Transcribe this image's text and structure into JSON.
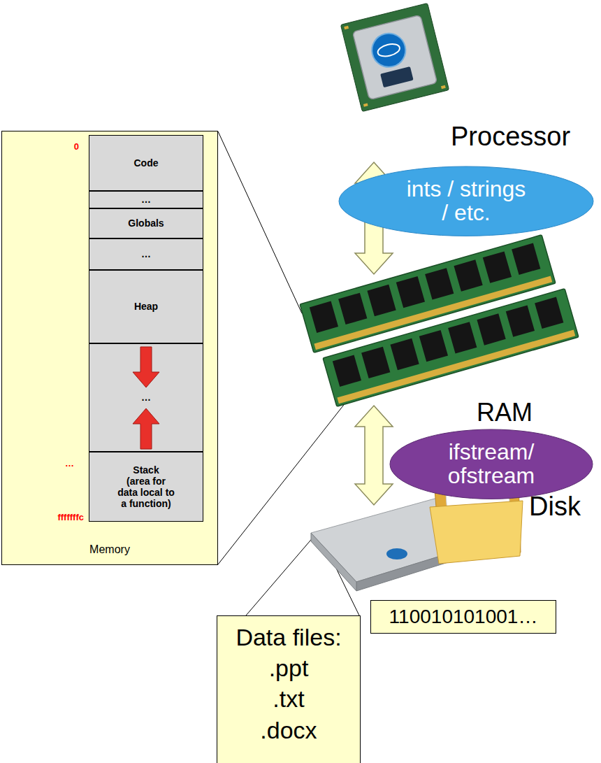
{
  "diagram": {
    "nodes": [
      {
        "text": [
          "Memory"
        ]
      },
      {
        "text": [
          "Code"
        ],
        "in": 0
      },
      {
        "text": [
          "…"
        ],
        "in": 0
      },
      {
        "text": [
          "Globals"
        ],
        "in": 0
      },
      {
        "text": [
          "…"
        ],
        "in": 0
      },
      {
        "text": [
          "Heap"
        ],
        "in": 0
      },
      {
        "text": [
          "…"
        ],
        "in": 0
      },
      {
        "text": [
          "Stack",
          "(area for data local to a function)"
        ],
        "in": 0
      },
      {
        "text": [
          "ints / strings / etc."
        ]
      },
      {
        "text": [
          "ifstream/ ofstream"
        ]
      },
      {
        "text": [
          "110010101001…"
        ]
      },
      {
        "text": [
          "Data files:",
          ".ppt .txt .docx"
        ]
      }
    ],
    "labels": [
      "Processor",
      "0",
      "…",
      "fffffffc",
      "RAM",
      "Disk"
    ]
  }
}
